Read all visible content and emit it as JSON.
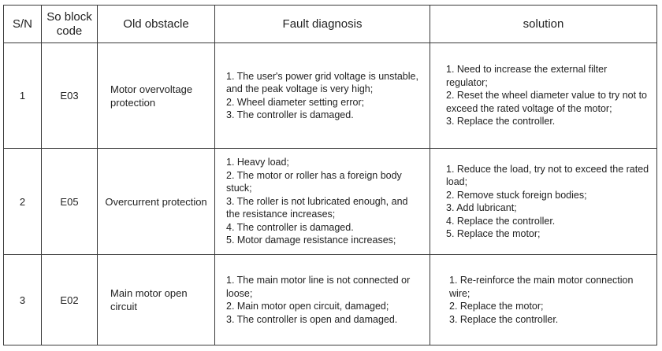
{
  "headers": {
    "sn": "S/N",
    "code": "So block code",
    "obstacle": "Old obstacle",
    "diagnosis": "Fault diagnosis",
    "solution": "solution"
  },
  "rows": [
    {
      "sn": "1",
      "code": "E03",
      "obstacle": "Motor overvoltage protection",
      "diagnosis": [
        "1. The user's power grid voltage is unstable, and the peak voltage is very high;",
        "2. Wheel diameter setting error;",
        "3. The controller is damaged."
      ],
      "solution": [
        "1. Need to increase the external filter regulator;",
        "2. Reset the wheel diameter value to try not to exceed the rated voltage of the motor;",
        "3. Replace the controller."
      ]
    },
    {
      "sn": "2",
      "code": "E05",
      "obstacle": "Overcurrent protection",
      "diagnosis": [
        "1. Heavy load;",
        "2. The motor or roller has a foreign body stuck;",
        "3. The roller is not lubricated enough, and the resistance increases;",
        "4. The controller is damaged.",
        "5. Motor damage resistance increases;"
      ],
      "solution": [
        "1. Reduce the load, try not to exceed the rated load;",
        "2. Remove stuck foreign bodies;",
        "3. Add lubricant;",
        "4. Replace the controller.",
        "5. Replace the motor;"
      ]
    },
    {
      "sn": "3",
      "code": "E02",
      "obstacle": "Main motor open circuit",
      "diagnosis": [
        "1. The main motor line is not connected or loose;",
        "2. Main motor open circuit, damaged;",
        "3. The controller is open and damaged."
      ],
      "solution": [
        "1. Re-reinforce the main motor connection wire;",
        "2. Replace the motor;",
        "3. Replace the controller."
      ]
    }
  ]
}
